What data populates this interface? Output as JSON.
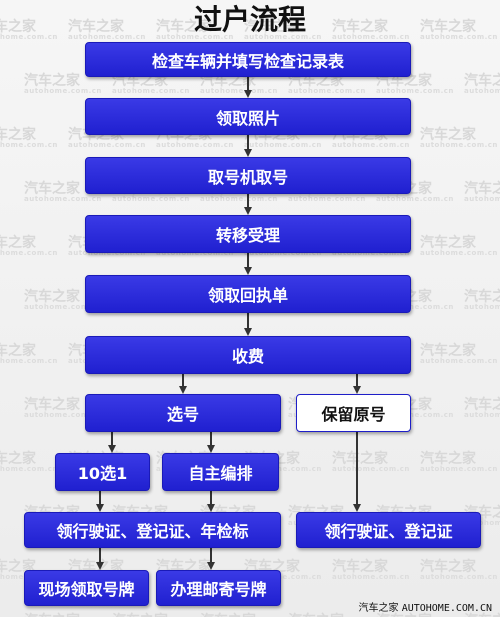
{
  "title": "过户流程",
  "watermark": {
    "brand": "汽车之家",
    "domain": "autohome.com.cn"
  },
  "steps": {
    "inspect": "检查车辆并填写检查记录表",
    "photo": "领取照片",
    "queue": "取号机取号",
    "transfer": "转移受理",
    "receipt": "领取回执单",
    "fee": "收费",
    "select": "选号",
    "keep": "保留原号",
    "ten": "10选1",
    "custom": "自主编排",
    "docs_left": "领行驶证、登记证、年检标",
    "docs_right": "领行驶证、登记证",
    "onsite": "现场领取号牌",
    "mail": "办理邮寄号牌"
  },
  "footer": {
    "brand": "汽车之家",
    "domain": "AUTOHOME.COM.CN"
  },
  "colors": {
    "box": "#2a2ada",
    "arrow": "#333333",
    "background": "#f2f2f2"
  }
}
